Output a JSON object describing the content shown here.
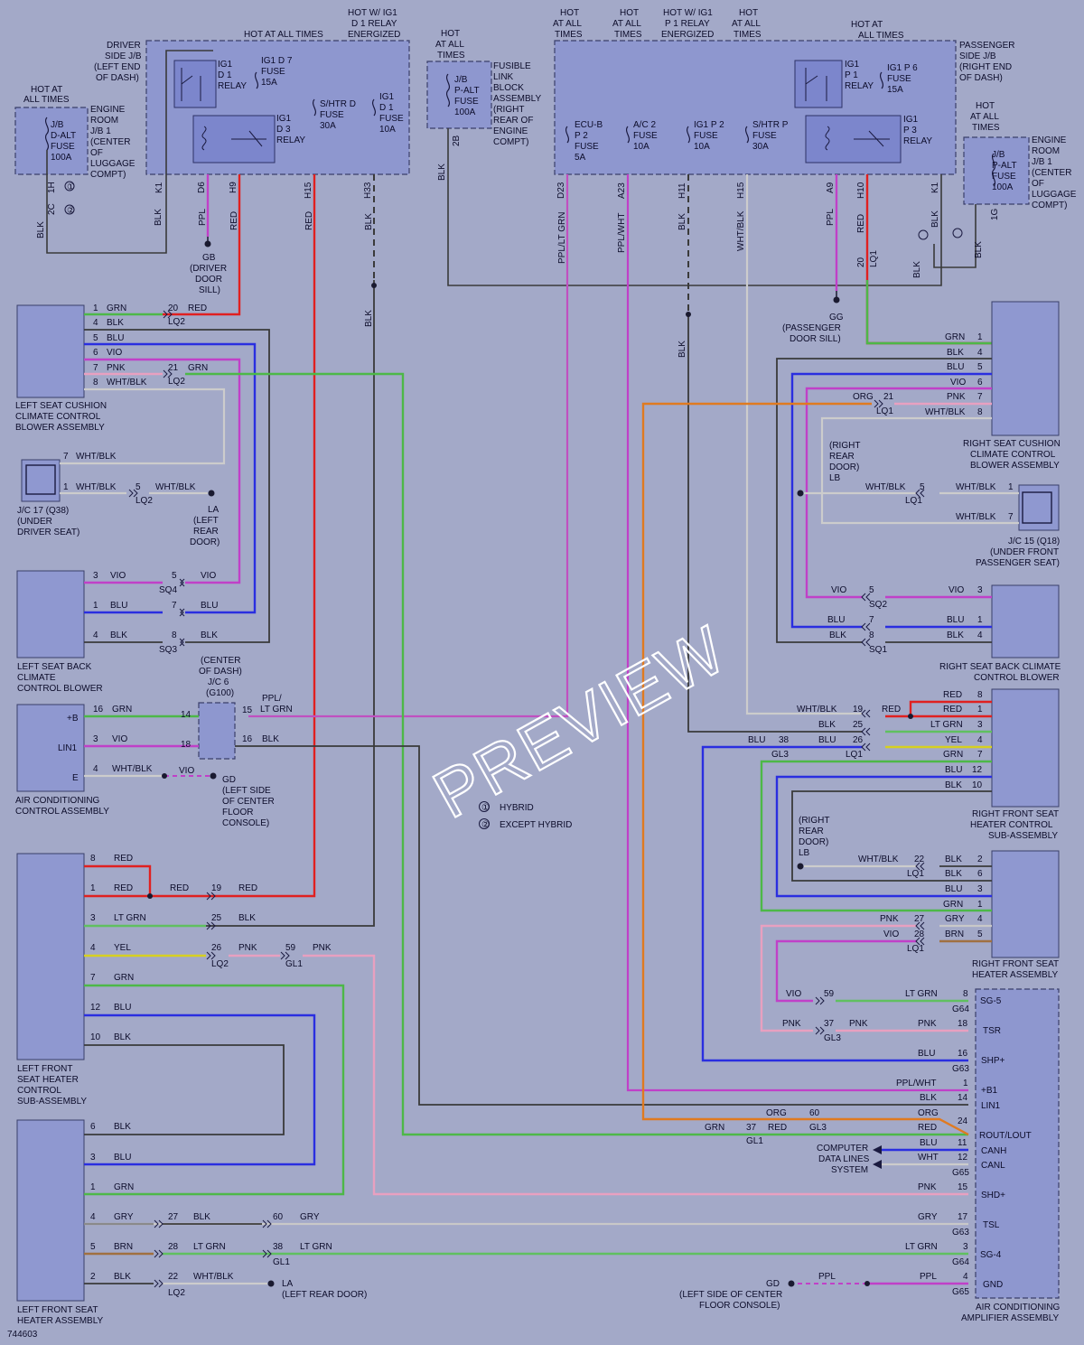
{
  "watermark": "PREVIEW",
  "diagram_id": "744603",
  "legend": {
    "one": "HYBRID",
    "two": "EXCEPT HYBRID",
    "one_symbol": "①",
    "two_symbol": "②"
  },
  "colors": {
    "background": "#a3a9c8",
    "box": "#8f98d0",
    "grn": "#4db848",
    "blk": "#333333",
    "blu": "#2a2ee0",
    "vio": "#c040c8",
    "pnk": "#e8a0c0",
    "red": "#e02020",
    "orange": "#e07a20",
    "ltgrn": "#60c060",
    "yel": "#d6d020",
    "wht": "#cccccc",
    "gry": "#c8c8c8"
  },
  "top": {
    "hot_all_times": "HOT AT ALL TIMES",
    "hot_ig1_d1": "HOT W/ IG1 D 1 RELAY ENERGIZED",
    "hot_ig1_p1": "HOT W/ IG1 P 1 RELAY ENERGIZED",
    "driver_jb": "DRIVER SIDE J/B (LEFT END OF DASH)",
    "passenger_jb": "PASSENGER SIDE J/B (RIGHT END OF DASH)",
    "engine_room_jb": "ENGINE ROOM J/B 1 (CENTER OF LUGGAGE COMPT)",
    "fusible_link": "FUSIBLE LINK BLOCK ASSEMBLY (RIGHT REAR OF ENGINE COMPT)",
    "jb_dalt": "J/B D-ALT FUSE 100A",
    "jb_palt": "J/B P-ALT FUSE 100A",
    "ig1_d1_relay": "IG1 D 1 RELAY",
    "ig1_d7_fuse": "IG1 D 7 FUSE 15A",
    "ig1_d3_relay": "IG1 D 3 RELAY",
    "shtr_d_fuse": "S/HTR D FUSE 30A",
    "ig1_d1_fuse": "IG1 D 1 FUSE 10A",
    "ecub_p2_fuse": "ECU-B P 2 FUSE 5A",
    "ac2_fuse": "A/C 2 FUSE 10A",
    "ig1_p2_fuse": "IG1 P 2 FUSE 10A",
    "shtr_p_fuse": "S/HTR P FUSE 30A",
    "ig1_p1_relay": "IG1 P 1 RELAY",
    "ig1_p6_fuse": "IG1 P 6 FUSE 15A",
    "ig1_p3_relay": "IG1 P 3 RELAY",
    "gb": "GB (DRIVER DOOR SILL)",
    "gg": "GG (PASSENGER DOOR SILL)"
  },
  "components": {
    "left_cushion": "LEFT SEAT CUSHION CLIMATE CONTROL BLOWER ASSEMBLY",
    "jc17": "J/C 17 (Q38) (UNDER DRIVER SEAT)",
    "la_left_rear": "LA (LEFT REAR DOOR)",
    "left_back": "LEFT SEAT BACK CLIMATE CONTROL BLOWER",
    "jc6": "(CENTER OF DASH) J/C 6 (G100)",
    "ac_control": "AIR CONDITIONING CONTROL ASSEMBLY",
    "gd_left": "GD (LEFT SIDE OF CENTER FLOOR CONSOLE)",
    "left_front_heater_ctrl": "LEFT FRONT SEAT HEATER CONTROL SUB-ASSEMBLY",
    "left_front_heater": "LEFT FRONT SEAT HEATER ASSEMBLY",
    "la_bottom": "LA (LEFT REAR DOOR)",
    "right_cushion": "RIGHT SEAT CUSHION CLIMATE CONTROL BLOWER ASSEMBLY",
    "lb_right_rear": "(RIGHT REAR DOOR) LB",
    "jc15": "J/C 15 (Q18) (UNDER FRONT PASSENGER SEAT)",
    "right_back": "RIGHT SEAT BACK CLIMATE CONTROL BLOWER",
    "right_front_heater_ctrl": "RIGHT FRONT SEAT HEATER CONTROL SUB-ASSEMBLY",
    "lb_right_rear2": "(RIGHT REAR DOOR) LB",
    "right_front_heater": "RIGHT FRONT SEAT HEATER ASSEMBLY",
    "ac_amp": "AIR CONDITIONING AMPLIFIER ASSEMBLY",
    "computer_data": "COMPUTER DATA LINES SYSTEM",
    "gd_bottom": "GD (LEFT SIDE OF CENTER FLOOR CONSOLE)"
  },
  "amp_pins": [
    "SG-5",
    "TSR",
    "SHP+",
    "+B1",
    "LIN1",
    "ROUT/LOUT",
    "CANH",
    "CANL",
    "SHD+",
    "TSL",
    "SG-4",
    "GND"
  ],
  "wire_labels": {
    "grn": "GRN",
    "blk": "BLK",
    "blu": "BLU",
    "vio": "VIO",
    "pnk": "PNK",
    "red": "RED",
    "wht_blk": "WHT/BLK",
    "ppl": "PPL",
    "ppl_lt_grn": "PPL/LT GRN",
    "ppl_wht": "PPL/WHT",
    "wht_blk2": "WHT/BLK",
    "lt_grn": "LT GRN",
    "yel": "YEL",
    "org": "ORG",
    "gry": "GRY",
    "brn": "BRN",
    "wht": "WHT",
    "ppl_ltgrn_split": "PPL/ LT GRN"
  },
  "connectors": {
    "lq1": "LQ1",
    "lq2": "LQ2",
    "sq1": "SQ1",
    "sq2": "SQ2",
    "sq3": "SQ3",
    "sq4": "SQ4",
    "gl1": "GL1",
    "gl3": "GL3",
    "g63": "G63",
    "g64": "G64",
    "g65": "G65",
    "d6": "D6",
    "h9": "H9",
    "h15": "H15",
    "h33": "H33",
    "k1": "K1",
    "1h": "1H",
    "2c": "2C",
    "d23": "D23",
    "a23": "A23",
    "h11": "H11",
    "a9": "A9",
    "h10": "H10",
    "2b": "2B",
    "1g": "1G"
  },
  "lc_pin_labels": [
    "+B",
    "LIN1",
    "E"
  ]
}
